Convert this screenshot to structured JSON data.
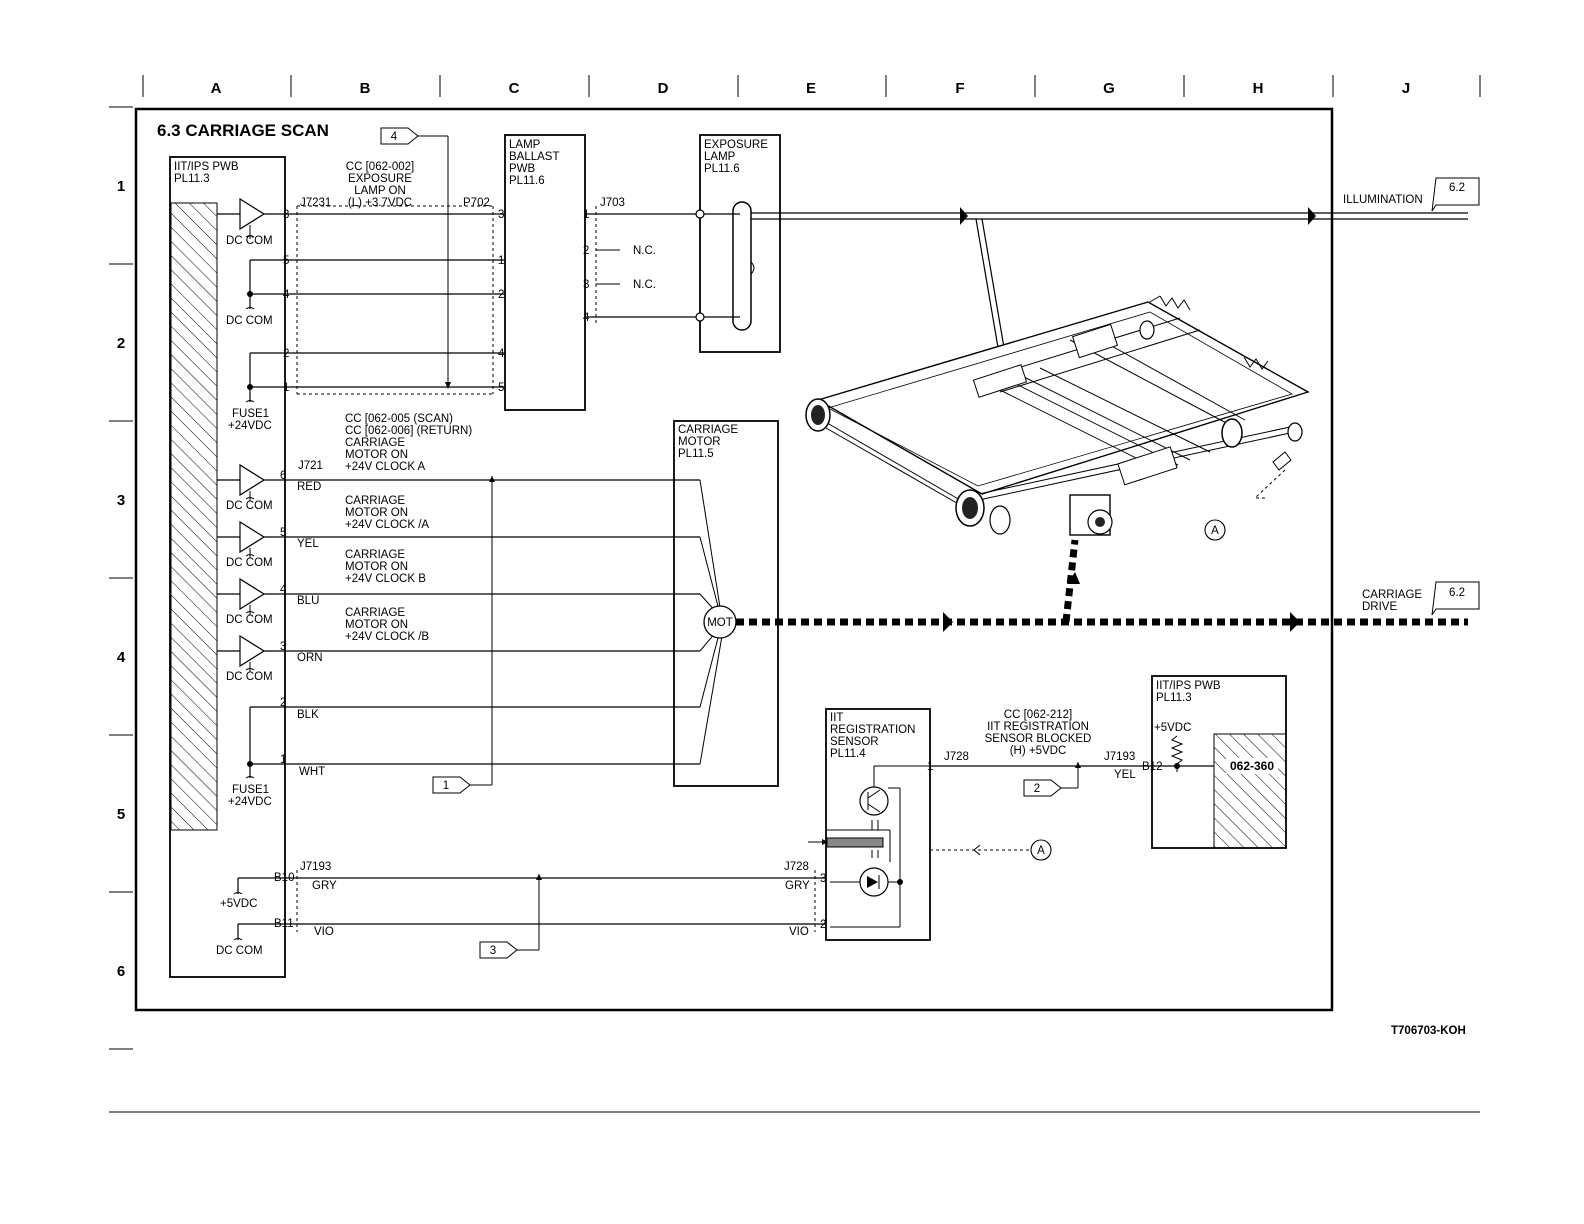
{
  "columns": [
    "A",
    "B",
    "C",
    "D",
    "E",
    "F",
    "G",
    "H",
    "J"
  ],
  "rows": [
    "1",
    "2",
    "3",
    "4",
    "5",
    "6"
  ],
  "title": "6.3 CARRIAGE SCAN",
  "figure_id": "T706703-KOH",
  "iit_pwb": {
    "name": "IIT/IPS PWB",
    "pl": "PL11.3"
  },
  "lamp_ballast": {
    "l1": "LAMP",
    "l2": "BALLAST",
    "l3": "PWB",
    "pl": "PL11.6"
  },
  "exposure_lamp": {
    "l1": "EXPOSURE",
    "l2": "LAMP",
    "pl": "PL11.6"
  },
  "carriage_motor": {
    "l1": "CARRIAGE",
    "l2": "MOTOR",
    "pl": "PL11.5",
    "mot": "MOT"
  },
  "reg_sensor": {
    "l1": "IIT",
    "l2": "REGISTRATION",
    "l3": "SENSOR",
    "pl": "PL11.4"
  },
  "iit_pwb2": {
    "name": "IIT/IPS PWB",
    "pl": "PL11.3",
    "code": "062-360",
    "v": "+5VDC"
  },
  "lamp_on": {
    "l1": "CC [062-002]",
    "l2": "EXPOSURE",
    "l3": "LAMP ON",
    "l4": "(L) +3.7VDC"
  },
  "motor_cc": {
    "l1": "CC [062-005 (SCAN)",
    "l2": "CC [062-006] (RETURN)"
  },
  "sig_a": {
    "l1": "CARRIAGE",
    "l2": "MOTOR ON",
    "l3": "+24V CLOCK A"
  },
  "sig_na": {
    "l1": "CARRIAGE",
    "l2": "MOTOR ON",
    "l3": "+24V CLOCK /A"
  },
  "sig_b": {
    "l1": "CARRIAGE",
    "l2": "MOTOR ON",
    "l3": "+24V CLOCK B"
  },
  "sig_nb": {
    "l1": "CARRIAGE",
    "l2": "MOTOR ON",
    "l3": "+24V CLOCK /B"
  },
  "reg_cc": {
    "l1": "CC [062-212]",
    "l2": "IIT REGISTRATION",
    "l3": "SENSOR BLOCKED",
    "l4": "(H) +5VDC"
  },
  "connectors": {
    "j7231": "J7231",
    "p702": "P702",
    "j703": "J703",
    "j721": "J721",
    "j7193a": "J7193",
    "j728a": "J728",
    "j728b": "J728",
    "j7193b": "J7193"
  },
  "pins": {
    "p3": "3",
    "p5": "5",
    "p4": "4",
    "p2": "2",
    "p1": "1",
    "c3": "3",
    "c1": "1",
    "c2": "2",
    "c4": "4",
    "c5": "5",
    "d1": "1",
    "d2": "2",
    "d3": "3",
    "d4": "4",
    "m6": "6",
    "m5": "5",
    "m4": "4",
    "m3": "3",
    "m2": "2",
    "m1": "1",
    "s1": "1",
    "s3": "3",
    "s2": "2",
    "b10": "B10",
    "b11": "B11",
    "b12": "B12"
  },
  "nc": "N.C.",
  "dc_com": "DC COM",
  "fuse1": "FUSE1",
  "v24": "+24VDC",
  "v5": "+5VDC",
  "colors": {
    "red": "RED",
    "yel": "YEL",
    "blu": "BLU",
    "orn": "ORN",
    "blk": "BLK",
    "wht": "WHT",
    "gry": "GRY",
    "vio": "VIO",
    "yel2": "YEL"
  },
  "flags": {
    "f1": "1",
    "f2": "2",
    "f3": "3",
    "f4": "4"
  },
  "outputs": {
    "illum": "ILLUMINATION",
    "illum_ref": "6.2",
    "drive1": "CARRIAGE",
    "drive2": "DRIVE",
    "drive_ref": "6.2"
  },
  "callout": "A"
}
